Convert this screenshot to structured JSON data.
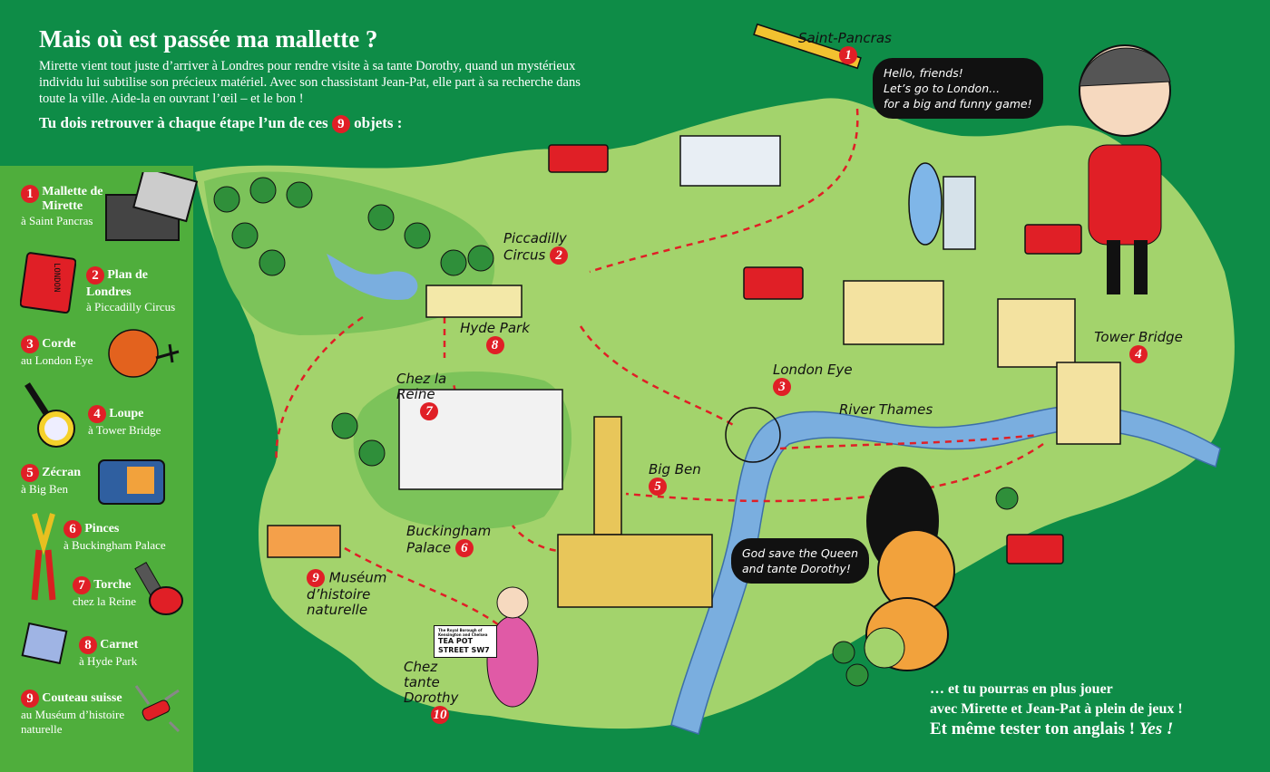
{
  "header": {
    "title": "Mais où est passée ma mallette ?",
    "intro": "Mirette vient tout juste d’arriver à Londres pour rendre visite à sa tante Dorothy, quand un mystérieux individu lui subtilise son précieux matériel. Avec son chassistant Jean-Pat, elle part à sa recherche dans toute la ville. Aide-la en ouvrant l’œil – et le bon !",
    "instruction_before": "Tu dois retrouver à chaque étape l’un de ces",
    "instruction_count": "9",
    "instruction_after": "objets :"
  },
  "objects": [
    {
      "num": "1",
      "name": "Mallette de Mirette",
      "place": "à Saint Pancras",
      "icon": "suitcase-icon"
    },
    {
      "num": "2",
      "name": "Plan de Londres",
      "place": "à Piccadilly Circus",
      "icon": "london-map-book-icon",
      "book_text": "LONDON"
    },
    {
      "num": "3",
      "name": "Corde",
      "place": "au London Eye",
      "icon": "rope-icon"
    },
    {
      "num": "4",
      "name": "Loupe",
      "place": "à Tower Bridge",
      "icon": "magnifier-icon"
    },
    {
      "num": "5",
      "name": "Zécran",
      "place": "à Big Ben",
      "icon": "screen-device-icon"
    },
    {
      "num": "6",
      "name": "Pinces",
      "place": "à Buckingham Palace",
      "icon": "pliers-icon"
    },
    {
      "num": "7",
      "name": "Torche",
      "place": "chez la Reine",
      "icon": "flashlight-icon"
    },
    {
      "num": "8",
      "name": "Carnet",
      "place": "à Hyde Park",
      "icon": "notebook-icon"
    },
    {
      "num": "9",
      "name": "Couteau suisse",
      "place": "au Muséum d’histoire naturelle",
      "icon": "swiss-knife-icon"
    }
  ],
  "map": {
    "places": [
      {
        "num": "1",
        "label": "Saint-Pancras"
      },
      {
        "num": "2",
        "label": "Piccadilly Circus"
      },
      {
        "num": "3",
        "label": "London Eye"
      },
      {
        "num": "4",
        "label": "Tower Bridge"
      },
      {
        "num": "5",
        "label": "Big Ben"
      },
      {
        "num": "6",
        "label": "Buckingham Palace"
      },
      {
        "num": "7",
        "label": "Chez la Reine"
      },
      {
        "num": "8",
        "label": "Hyde Park"
      },
      {
        "num": "9",
        "label": "Muséum d’histoire naturelle"
      },
      {
        "num": "10",
        "label": "Chez tante Dorothy"
      }
    ],
    "river": "River Thames",
    "street_sign": [
      "The Royal Borough of Kensington and Chelsea",
      "TEA POT",
      "STREET SW7"
    ]
  },
  "bubbles": {
    "mirette": [
      "Hello, friends!",
      "Let’s go to London...",
      "for a big and funny game!"
    ],
    "jeanpat": [
      "God save the Queen",
      "and tante Dorothy!"
    ]
  },
  "outro": {
    "line1": "… et tu pourras en plus jouer",
    "line2": "avec Mirette et Jean-Pat à plein de jeux !",
    "line3": "Et même tester ton anglais !",
    "line3_em": "Yes !"
  },
  "colors": {
    "bg": "#0e8c47",
    "sidebar": "#4fae3c",
    "land": "#a3d36c",
    "river": "#7aaedf",
    "route": "#e01f26",
    "badge": "#e01f26"
  }
}
